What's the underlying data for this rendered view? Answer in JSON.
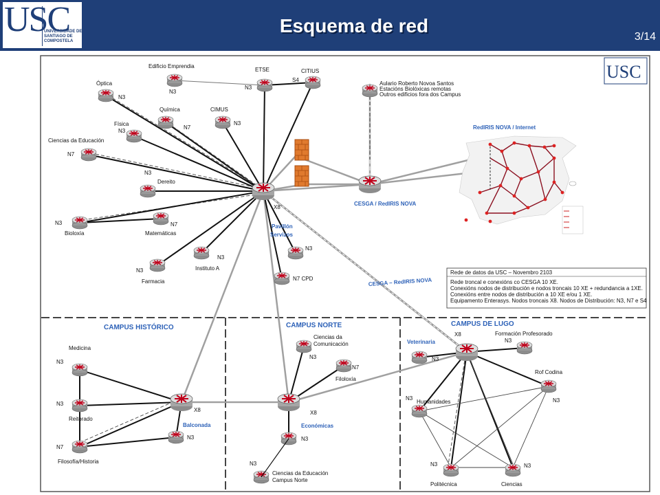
{
  "header": {
    "logo_text": "USC",
    "logo_subtext": "UNIVERSIDADE DE SANTIAGO DE COMPOSTELA",
    "title": "Esquema de red",
    "page": "3/14"
  },
  "diagram": {
    "inner_logo": "USC",
    "campus_labels": {
      "historico": "CAMPUS HISTÓRICO",
      "norte": "CAMPUS NORTE",
      "lugo": "CAMPUS DE LUGO"
    },
    "hub_labels": {
      "core_suffix": "X8",
      "pavillon_1": "Pavillón",
      "pavillon_2": "Servizos",
      "cesga": "CESGA / RedIRIS NOVA",
      "rediris": "RedIRIS NOVA / Internet",
      "cesga_link": "CESGA – RedIRIS NOVA",
      "balconada": "Balconada",
      "economicas": "Económicas",
      "veterinaria": "Veterinaria"
    },
    "top_nodes": {
      "emprendia": "Edificio Emprendia",
      "etse": "ETSE",
      "citius": "CITIUS",
      "optica": "Óptica",
      "quimica": "Química",
      "cimus": "CIMUS",
      "fisica": "Física",
      "ciencias_educacion": "Ciencias da Educación",
      "dereito": "Dereito",
      "bioloxia": "Bioloxía",
      "matematicas": "Matemáticas",
      "instituto_a": "Instituto A",
      "farmacia": "Farmacia",
      "cpd": "N7 CPD"
    },
    "aulario_note": [
      "Aulario Roberto Novoa Santos",
      "Estacións Biolóxicas remotas",
      "Outros edificios fora dos Campus"
    ],
    "historico_nodes": {
      "medicina": "Medicina",
      "reitorado": "Reitorado",
      "filosofia": "Filosofía/Historia"
    },
    "norte_nodes": {
      "comunicacion_1": "Ciencias da",
      "comunicacion_2": "Comunicación",
      "filoloxia": "Filoloxía",
      "educacion_1": "Ciencias da Educación",
      "educacion_2": "Campus Norte"
    },
    "lugo_nodes": {
      "formacion": "Formación Profesorado",
      "rof": "Rof Codina",
      "humanidades": "Humanidades",
      "politecnica": "Politécnica",
      "ciencias": "Ciencias"
    },
    "level_labels": {
      "n3": "N3",
      "n7": "N7",
      "s4": "S4",
      "x8": "X8"
    },
    "info_box": {
      "title": "Rede de datos da USC – Novembro 2103",
      "lines": [
        "Rede troncal e conexións co CESGA 10 XE.",
        "Conexións nodos de distribución e nodos troncais 10 XE + redundancia a 1XE.",
        "Conexións entre nodos de distribución a 10 XE e/ou 1 XE.",
        "Equipamento Enterasys. Nodos troncais X8. Nodos de Distribución: N3, N7 e S4"
      ]
    }
  }
}
